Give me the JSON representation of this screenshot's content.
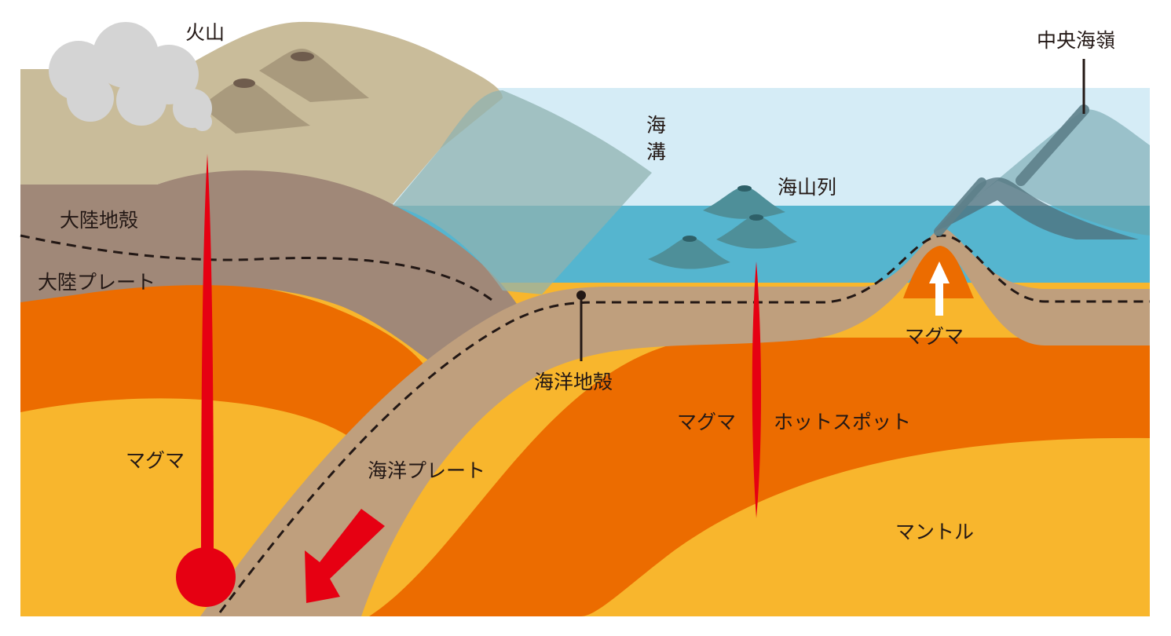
{
  "labels": {
    "volcano": "火山",
    "continental_crust": "大陸地殻",
    "continental_plate": "大陸プレート",
    "magma_left": "マグマ",
    "trench_1": "海",
    "trench_2": "溝",
    "seamount_chain": "海山列",
    "oceanic_crust": "海洋地殻",
    "oceanic_plate": "海洋プレート",
    "magma_center": "マグマ",
    "hotspot": "ホットスポット",
    "mid_ocean_ridge": "中央海嶺",
    "magma_right": "マグマ",
    "mantle": "マントル"
  },
  "colors": {
    "sky_water": "#d5ecf6",
    "ocean": "#55b5cf",
    "mountain": "#c9bc9a",
    "continental_crust": "#a08878",
    "plate": "#bf9f7d",
    "upper_mantle": "#ec6c00",
    "lower_mantle": "#f8b62d",
    "magma": "#e60012",
    "smoke": "#d4d4d4",
    "dashed_line": "#231815"
  }
}
